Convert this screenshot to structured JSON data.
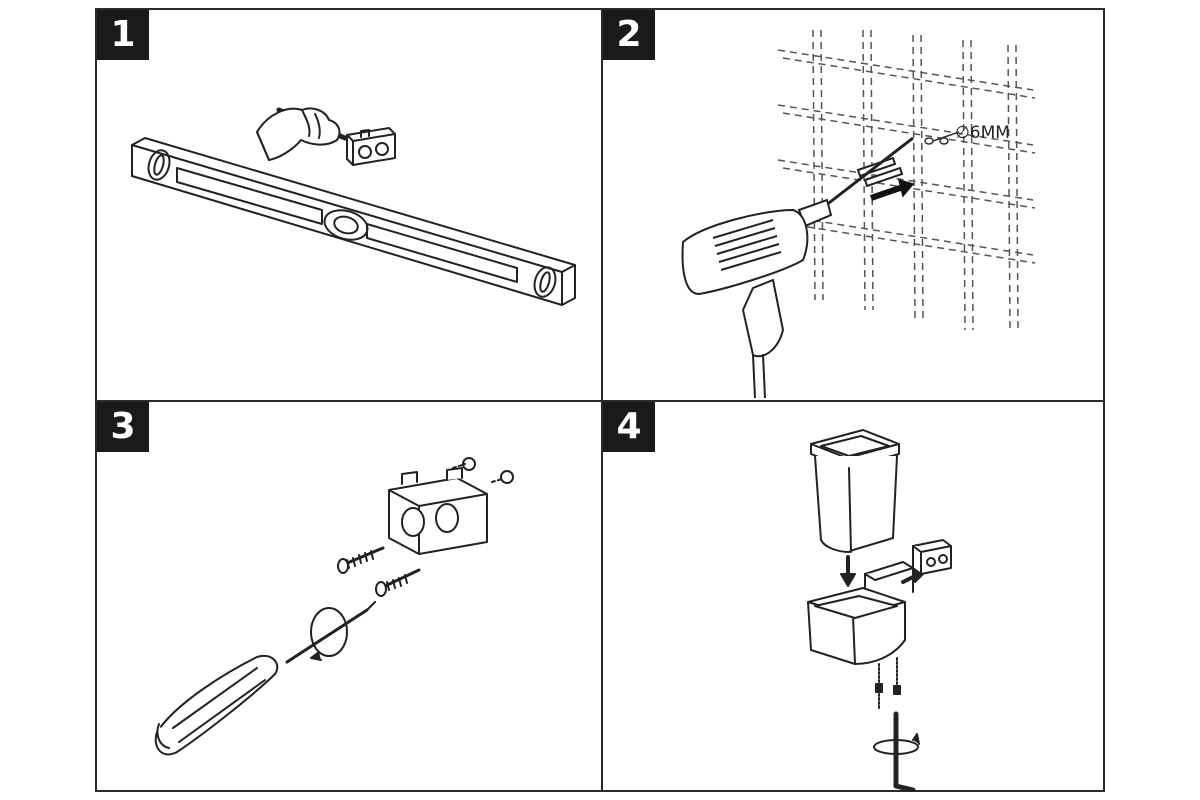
{
  "steps": [
    {
      "number": "1"
    },
    {
      "number": "2",
      "drill_label": "∅6MM"
    },
    {
      "number": "3"
    },
    {
      "number": "4"
    }
  ],
  "colors": {
    "line": "#2b2b2b",
    "badge": "#1a1a1a",
    "background": "#ffffff"
  }
}
